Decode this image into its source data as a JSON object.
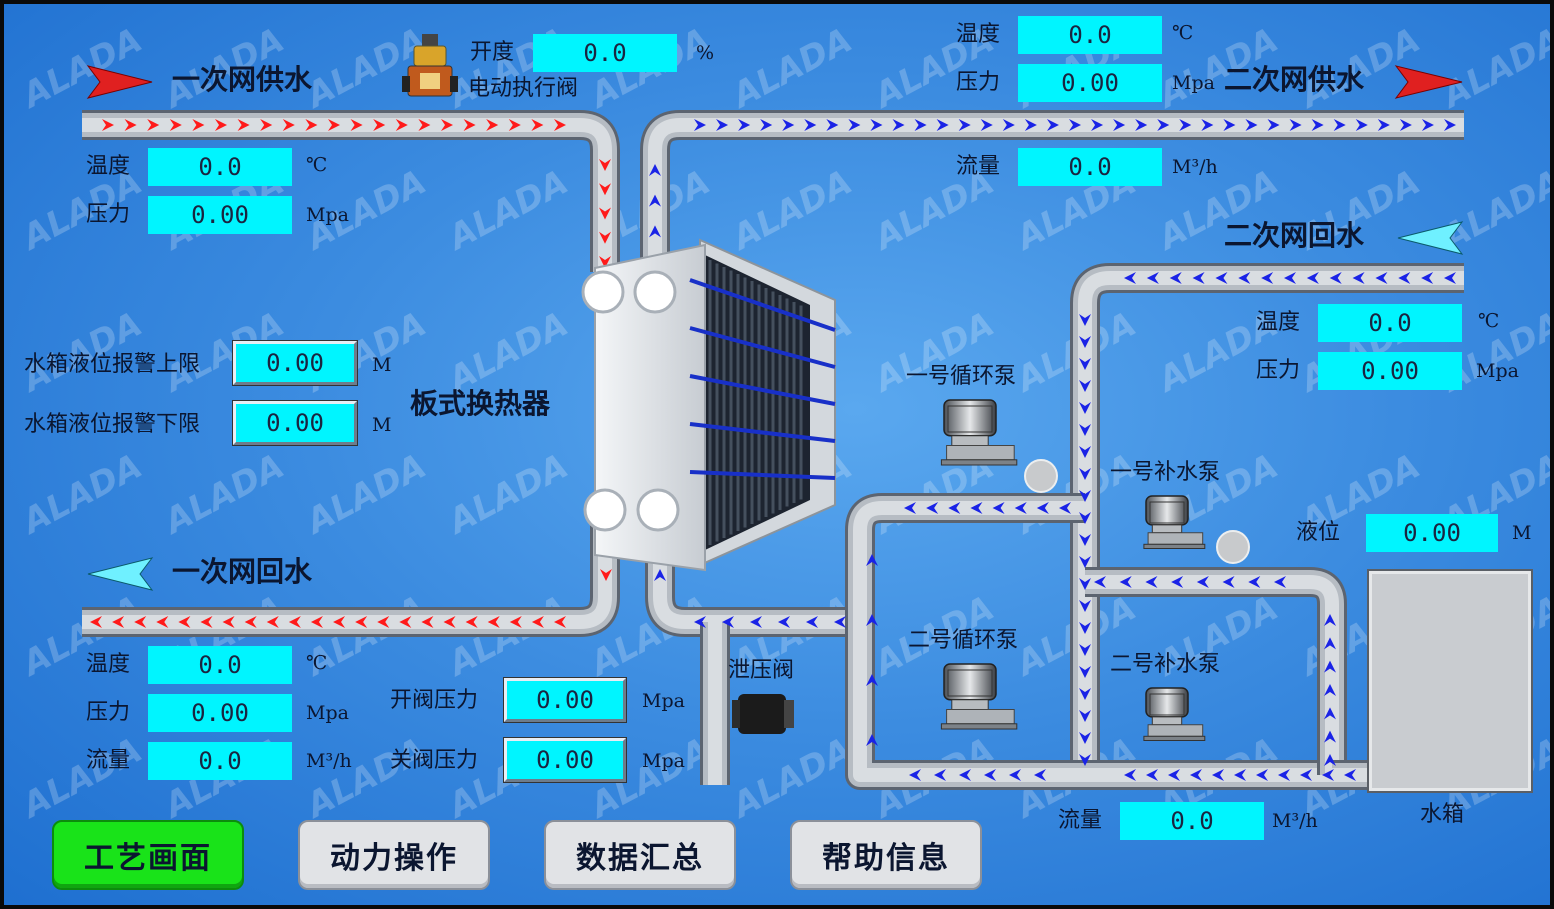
{
  "watermark": "ALADA",
  "primary_supply": {
    "title": "一次网供水",
    "temp_label": "温度",
    "temp": "0.0",
    "temp_unit": "℃",
    "pressure_label": "压力",
    "pressure": "0.00",
    "pressure_unit": "Mpa"
  },
  "valve": {
    "opening_label": "开度",
    "opening": "0.0",
    "opening_unit": "%",
    "name": "电动执行阀"
  },
  "secondary_supply": {
    "title": "二次网供水",
    "temp_label": "温度",
    "temp": "0.0",
    "temp_unit": "℃",
    "pressure_label": "压力",
    "pressure": "0.00",
    "pressure_unit": "Mpa",
    "flow_label": "流量",
    "flow": "0.0",
    "flow_unit": "M³/h"
  },
  "secondary_return": {
    "title": "二次网回水",
    "temp_label": "温度",
    "temp": "0.0",
    "temp_unit": "℃",
    "pressure_label": "压力",
    "pressure": "0.00",
    "pressure_unit": "Mpa"
  },
  "tank_alarm": {
    "upper_label": "水箱液位报警上限",
    "upper": "0.00",
    "upper_unit": "M",
    "lower_label": "水箱液位报警下限",
    "lower": "0.00",
    "lower_unit": "M"
  },
  "heat_exchanger": {
    "name": "板式换热器"
  },
  "primary_return": {
    "title": "一次网回水",
    "temp_label": "温度",
    "temp": "0.0",
    "temp_unit": "℃",
    "pressure_label": "压力",
    "pressure": "0.00",
    "pressure_unit": "Mpa",
    "flow_label": "流量",
    "flow": "0.0",
    "flow_unit": "M³/h"
  },
  "relief_valve": {
    "name": "泄压阀",
    "open_label": "开阀压力",
    "open": "0.00",
    "open_unit": "Mpa",
    "close_label": "关阀压力",
    "close": "0.00",
    "close_unit": "Mpa"
  },
  "pumps": {
    "circ1": "一号循环泵",
    "circ2": "二号循环泵",
    "makeup1": "一号补水泵",
    "makeup2": "二号补水泵"
  },
  "tank": {
    "level_label": "液位",
    "level": "0.00",
    "level_unit": "M",
    "name": "水箱"
  },
  "makeup_flow": {
    "label": "流量",
    "value": "0.0",
    "unit": "M³/h"
  },
  "nav": {
    "process": "工艺画面",
    "power": "动力操作",
    "data": "数据汇总",
    "help": "帮助信息"
  },
  "colors": {
    "hot_arrow": "#ff1a1a",
    "cold_arrow": "#1a23e6",
    "value_box": "#00f5ff",
    "active_button": "#19e319"
  }
}
